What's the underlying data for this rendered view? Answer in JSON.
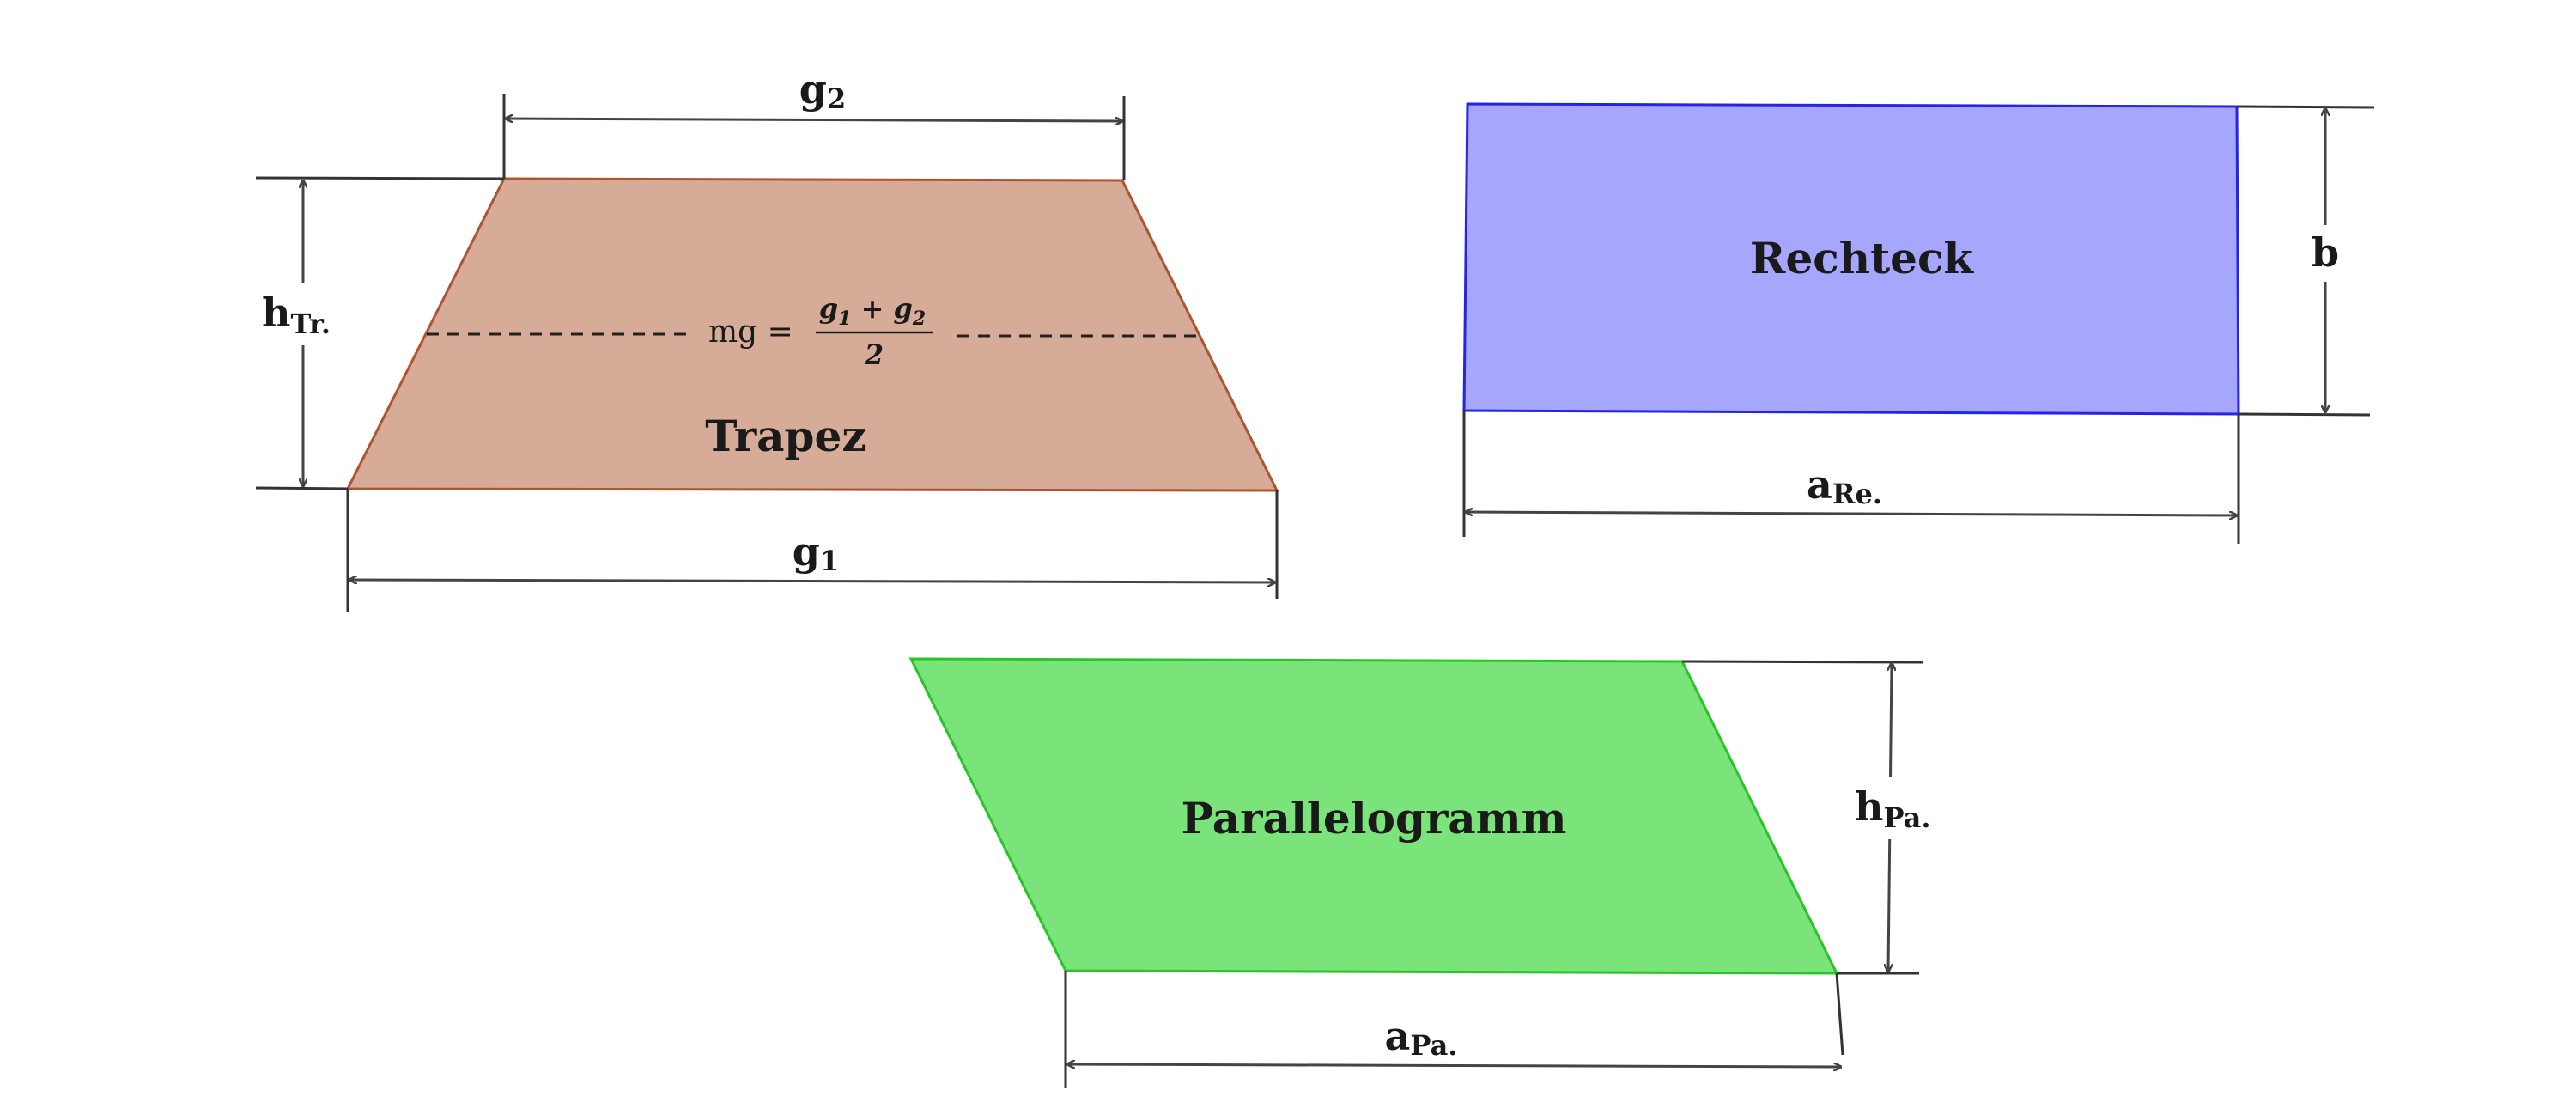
{
  "colors": {
    "trapez_fill": "#d6ab98",
    "trapez_stroke": "#b0532f",
    "rechteck_fill": "#a6a6fd",
    "rechteck_stroke": "#2424e6",
    "parallelogramm_fill": "#7ae37a",
    "parallelogramm_stroke": "#27c627",
    "dimension_line": "#444444"
  },
  "shapes": {
    "trapez": {
      "name": "Trapez",
      "g1": {
        "main": "g",
        "sub": "1"
      },
      "g2": {
        "main": "g",
        "sub": "2"
      },
      "height": {
        "main": "h",
        "sub": "Tr."
      },
      "midline": {
        "lhs": "mg =",
        "numerator": {
          "a": "g",
          "a_sub": "1",
          "op": " + ",
          "b": "g",
          "b_sub": "2"
        },
        "denominator": "2"
      }
    },
    "rechteck": {
      "name": "Rechteck",
      "width": {
        "main": "a",
        "sub": "Re."
      },
      "height": {
        "main": "b"
      }
    },
    "parallelogramm": {
      "name": "Parallelogramm",
      "width": {
        "main": "a",
        "sub": "Pa."
      },
      "height": {
        "main": "h",
        "sub": "Pa."
      }
    }
  }
}
